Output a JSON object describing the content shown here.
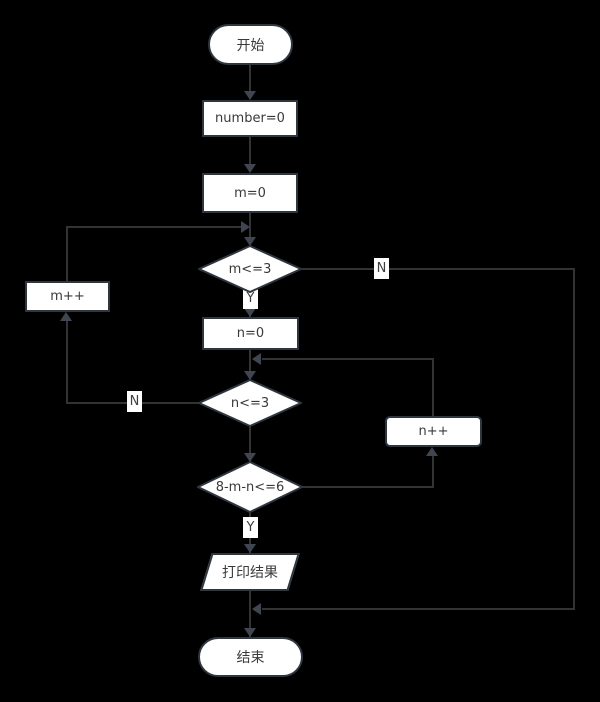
{
  "diagram": {
    "type": "flowchart",
    "nodes": {
      "start": {
        "shape": "terminator",
        "label": "开始"
      },
      "number_init": {
        "shape": "process",
        "label": "number=0"
      },
      "m_init": {
        "shape": "process",
        "label": "m=0"
      },
      "m_cond": {
        "shape": "decision",
        "label": "m<=3"
      },
      "m_inc": {
        "shape": "process",
        "label": "m++"
      },
      "n_init": {
        "shape": "process",
        "label": "n=0"
      },
      "n_cond": {
        "shape": "decision",
        "label": "n<=3"
      },
      "n_inc": {
        "shape": "process",
        "label": "n++"
      },
      "sum_cond": {
        "shape": "decision",
        "label": "8-m-n<=6"
      },
      "print": {
        "shape": "input-output",
        "label": "打印结果"
      },
      "end": {
        "shape": "terminator",
        "label": "结束"
      }
    },
    "edge_labels": {
      "m_no": "N",
      "m_yes": "Y",
      "n_no": "N",
      "sum_yes": "Y"
    },
    "colors": {
      "background": "#000000",
      "node_fill": "#ffffff",
      "node_border": "#2f3640",
      "connector": "#333333",
      "arrowhead": "#3f4652",
      "node_text": "#3a3a3a",
      "edge_label_bg": "#ffffff",
      "edge_label_text": "#3f3f3f"
    }
  }
}
